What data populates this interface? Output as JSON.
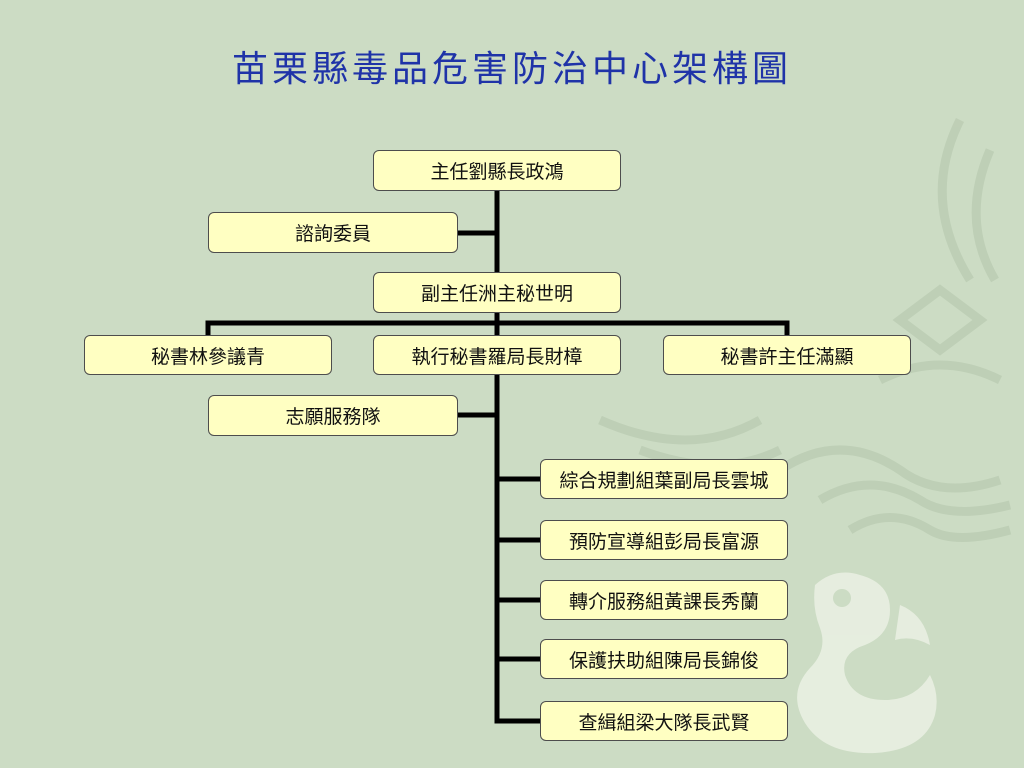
{
  "title": "苗栗縣毒品危害防治中心架構圖",
  "colors": {
    "background": "#ccdcc4",
    "box_fill": "#ffffc2",
    "title": "#1f33a8",
    "connector": "#000000"
  },
  "nodes": {
    "director": "主任劉縣長政鴻",
    "advisory": "諮詢委員",
    "deputy": "副主任洲主秘世明",
    "secretary_left": "秘書林參議青",
    "executive_secretary": "執行秘書羅局長財樟",
    "secretary_right": "秘書許主任滿顯",
    "volunteers": "志願服務隊",
    "planning_group": "綜合規劃組葉副局長雲城",
    "prevention_group": "預防宣導組彭局長富源",
    "referral_group": "轉介服務組黃課長秀蘭",
    "protection_group": "保護扶助組陳局長錦俊",
    "investigation_group": "查緝組梁大隊長武賢"
  }
}
